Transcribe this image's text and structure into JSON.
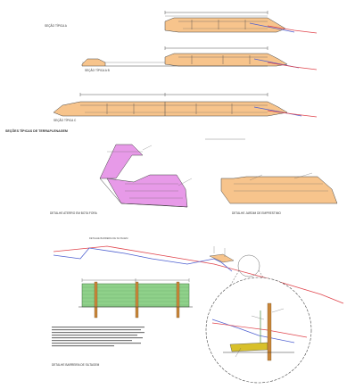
{
  "colors": {
    "fill_orange": "#f7c48c",
    "fill_magenta": "#e79ae8",
    "fill_green": "#8fd18a",
    "fill_yellow": "#d8c02a",
    "fill_brown": "#c9873a",
    "line_red": "#e0444c",
    "line_blue": "#4d5fd0",
    "line_dark": "#333333",
    "line_gray": "#888888"
  },
  "sections": {
    "typical_a_label": "SEÇÃO TÍPICA A",
    "typical_ab_label": "SEÇÃO TÍPICA A B",
    "typical_c_label": "SEÇÃO TÍPICA C",
    "main_title": "SEÇÕES TÍPICAS DE TERRAPLENAGEM"
  },
  "details": {
    "aterro_title": "DETALHE ATERRO EM BOTA FORA",
    "jardim_title": "DETALHE JARDIM DE EMPRESTIMO",
    "barreira_title": "DETALHE BARREIRA DE SILTAGEM"
  }
}
